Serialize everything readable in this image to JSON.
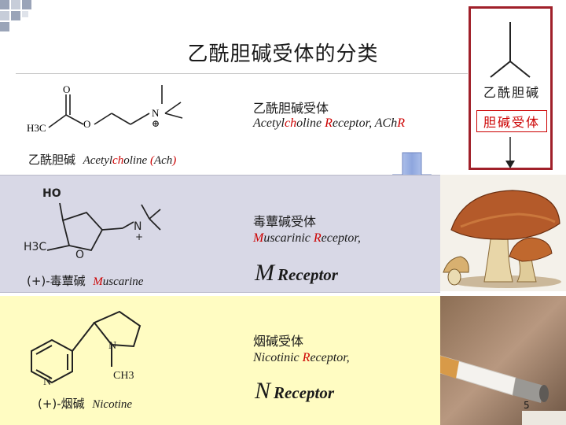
{
  "slide": {
    "title": "乙酰胆碱受体的分类",
    "page_number": "5"
  },
  "ach": {
    "name_cn": "乙酰胆碱",
    "name_en_parts": [
      "Acetyl",
      "ch",
      "oline ",
      "(",
      "Ach",
      ")"
    ],
    "receptor_cn": "乙酰胆碱受体",
    "receptor_en_parts": [
      "Acetyl",
      "ch",
      "oline ",
      "R",
      "eceptor, ",
      "ACh",
      "R"
    ],
    "atoms": {
      "o_top": "O",
      "o_mid": "O",
      "methyl": "H3C",
      "n": "N",
      "plus": "⊕"
    }
  },
  "box": {
    "label_top": "乙酰胆碱",
    "label_bottom": "胆碱受体"
  },
  "muscarine": {
    "name_cn": "(+)-毒蕈碱",
    "name_en_parts": [
      "M",
      "uscarine"
    ],
    "receptor_cn": "毒蕈碱受体",
    "receptor_en_parts": [
      "M",
      "uscarinic ",
      "R",
      "eceptor,"
    ],
    "short_letter": "M",
    "short_word": "Receptor",
    "atoms": {
      "ho": "HO",
      "h3c": "H3C",
      "o": "O",
      "n": "N",
      "plus": "+"
    }
  },
  "nicotine": {
    "name_cn": "(+)-烟碱",
    "name_en": "Nicotine",
    "receptor_cn": "烟碱受体",
    "receptor_en_parts": [
      "N",
      "icotinic ",
      "R",
      "eceptor,"
    ],
    "short_letter": "N",
    "short_word": "Receptor",
    "atoms": {
      "n_ring": "N",
      "n_py": "N",
      "ch3": "CH3"
    }
  },
  "colors": {
    "accent_red": "#cc0000",
    "box_border": "#a0202a",
    "muscarine_band": "#d8d8e6",
    "nicotine_band": "#fffcc2",
    "arrow_blue": "#9fb4e4"
  }
}
